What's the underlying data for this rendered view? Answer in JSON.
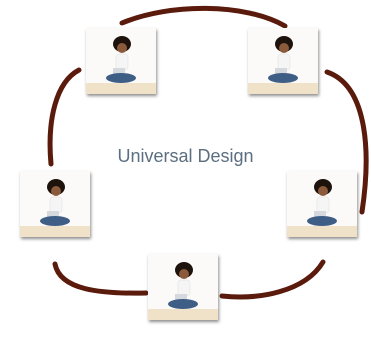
{
  "diagram": {
    "center_label": "Universal Design",
    "connector_color": "#5a1a0c",
    "nodes": [
      {
        "image": "woman-sitting-with-laptop"
      },
      {
        "image": "woman-sitting-with-laptop"
      },
      {
        "image": "woman-sitting-with-laptop"
      },
      {
        "image": "woman-sitting-with-laptop"
      },
      {
        "image": "woman-sitting-with-laptop"
      }
    ]
  }
}
